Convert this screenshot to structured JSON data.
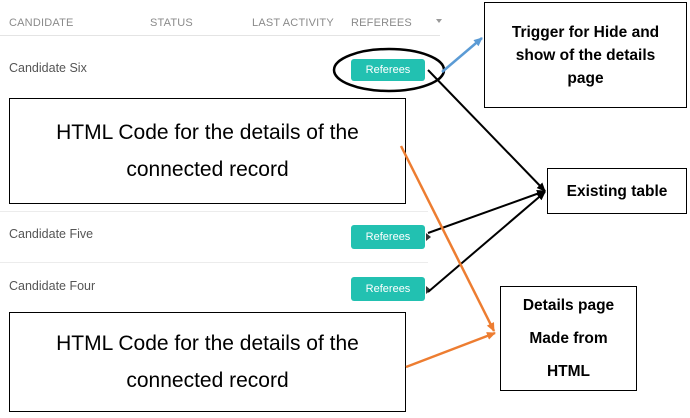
{
  "table": {
    "headers": {
      "candidate": "CANDIDATE",
      "status": "STATUS",
      "last_activity": "LAST ACTIVITY",
      "referees": "REFEREES"
    },
    "rows": [
      {
        "name": "Candidate Six",
        "button": "Referees"
      },
      {
        "name": "Candidate Five",
        "button": "Referees"
      },
      {
        "name": "Candidate Four",
        "button": "Referees"
      }
    ]
  },
  "annotations": {
    "html_code_1": [
      "HTML Code for the details of the",
      "connected record"
    ],
    "html_code_2": [
      "HTML Code for the details of the",
      "connected record"
    ],
    "trigger": [
      "Trigger for Hide and",
      "show of the details",
      "page"
    ],
    "existing_table": "Existing table",
    "details_page": [
      "Details page",
      "Made from",
      "HTML"
    ]
  },
  "colors": {
    "button": "#22c1b1",
    "arrow_blue": "#5b9bd5",
    "arrow_orange": "#ed7d31",
    "arrow_black": "#000000"
  }
}
